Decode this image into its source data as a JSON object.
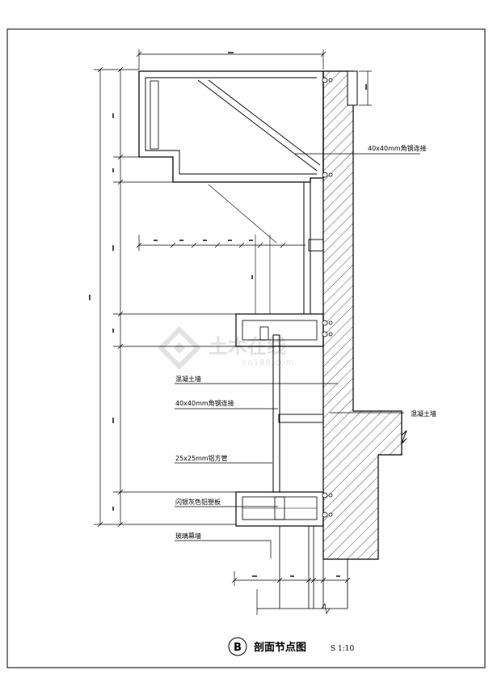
{
  "drawing": {
    "title": "剖面节点图",
    "detail_marker": "B",
    "scale": "S 1:10"
  },
  "callouts": {
    "angle_steel_top": "40x40mm角钢连接",
    "concrete_wall_right": "混凝土墙",
    "concrete_wall_left": "混凝土墙",
    "angle_steel_mid": "40x40mm角钢连接",
    "aluminum_tube": "25x25mm铝方管",
    "aluminum_panel": "闪银灰色铝塑板",
    "glass_curtain_wall": "玻璃幕墙"
  },
  "watermark": {
    "main": "土木在线",
    "sub": "co188.com"
  },
  "colors": {
    "line": "#000000",
    "watermark": "#e2e2e2"
  }
}
